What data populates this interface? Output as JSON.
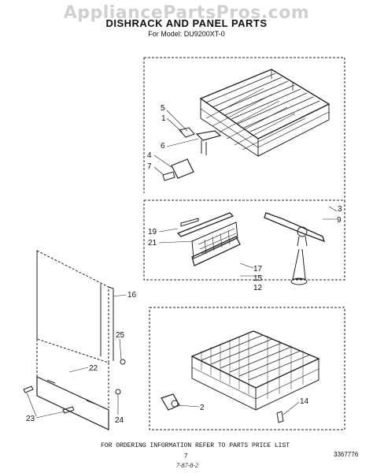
{
  "watermark": "AppliancePartsPros.com",
  "title": "DISHRACK AND PANEL PARTS",
  "subtitle": "For Model: DU9200XT-0",
  "callouts": [
    "5",
    "1",
    "6",
    "4",
    "7",
    "3",
    "9",
    "19",
    "21",
    "17",
    "15",
    "12",
    "16",
    "22",
    "25",
    "23",
    "24",
    "2",
    "14"
  ],
  "footer": {
    "note": "FOR ORDERING INFORMATION REFER TO PARTS PRICE LIST",
    "page_number": "7",
    "code": "3367776",
    "date": "7-87-8-2"
  }
}
